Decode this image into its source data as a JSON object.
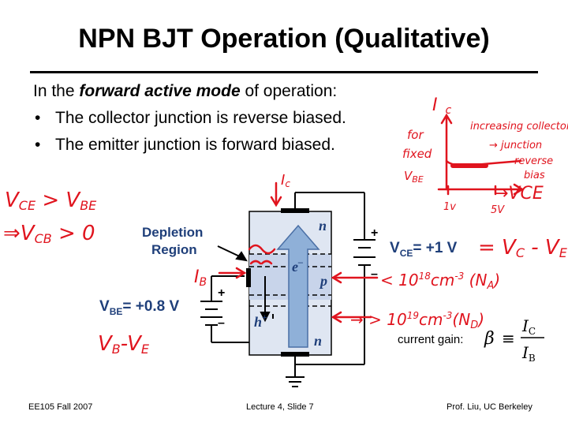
{
  "slide": {
    "title_prefix": "NPN BJT Operation (Qualitative)",
    "intro_before": "In the ",
    "intro_em": "forward active mode",
    "intro_after": " of operation:",
    "bullets": [
      "The collector junction is reverse biased.",
      "The emitter junction is forward biased."
    ]
  },
  "diagram": {
    "depletion_label_1": "Depletion",
    "depletion_label_2": "Region",
    "vce_label": "V",
    "vce_sub": "CE",
    "vce_value": "= +1 V",
    "vbe_label": "V",
    "vbe_sub": "BE",
    "vbe_value": "= +0.8 V",
    "region_n_top": "n",
    "region_p": "p",
    "region_n_bottom": "n",
    "electron": "e",
    "electron_sup": "–",
    "hole": "h",
    "hole_sup": "+",
    "plus": "+",
    "minus": "–"
  },
  "gain": {
    "label": "current gain:",
    "beta": "β",
    "equiv": "≡",
    "ic": "I",
    "ic_sub": "C",
    "ib": "I",
    "ib_sub": "B"
  },
  "annotations": {
    "ic_top": "I",
    "ic_top_sub": "c",
    "ic_axis": "I",
    "ic_axis_sub": "c",
    "vce_gt_vbe": "V",
    "vce_gt_vbe_sub1": "CE",
    "vce_gt_vbe_mid": " > V",
    "vce_gt_vbe_sub2": "BE",
    "vcb_gt_0": "⇒V",
    "vcb_sub": "CB",
    "vcb_rest": " > 0",
    "ib": "I",
    "ib_sub": "B",
    "vb_minus_ve": "V",
    "vb_sub": "B",
    "vb_mid": "-V",
    "ve_sub": "E",
    "for_fixed": "for",
    "fixed": "fixed",
    "vbe_hw": "V",
    "vbe_hw_sub": "BE",
    "increasing": "increasing collector",
    "junction": "→ junction",
    "reverse": "reverse",
    "bias": "bias",
    "axis_1v": "1v",
    "axis_5v": "5V",
    "vce_axis": "→V",
    "vce_axis_sub": "CE",
    "vc_minus_ve": "= V",
    "vc_sub": "C",
    "vc_mid": " - V",
    "ve2_sub": "E",
    "na": "< 10",
    "na_exp": "18",
    "na_unit": "cm",
    "na_unit_exp": "-3",
    "na_label": " (N",
    "na_sub": "A",
    "na_close": ")",
    "nd": "→ > 10",
    "nd_exp": "19",
    "nd_unit": "cm",
    "nd_unit_exp": "-3",
    "nd_label": "(N",
    "nd_sub": "D",
    "nd_close": ")"
  },
  "footer": {
    "left": "EE105 Fall 2007",
    "center": "Lecture 4, Slide 7",
    "right": "Prof. Liu, UC Berkeley"
  }
}
